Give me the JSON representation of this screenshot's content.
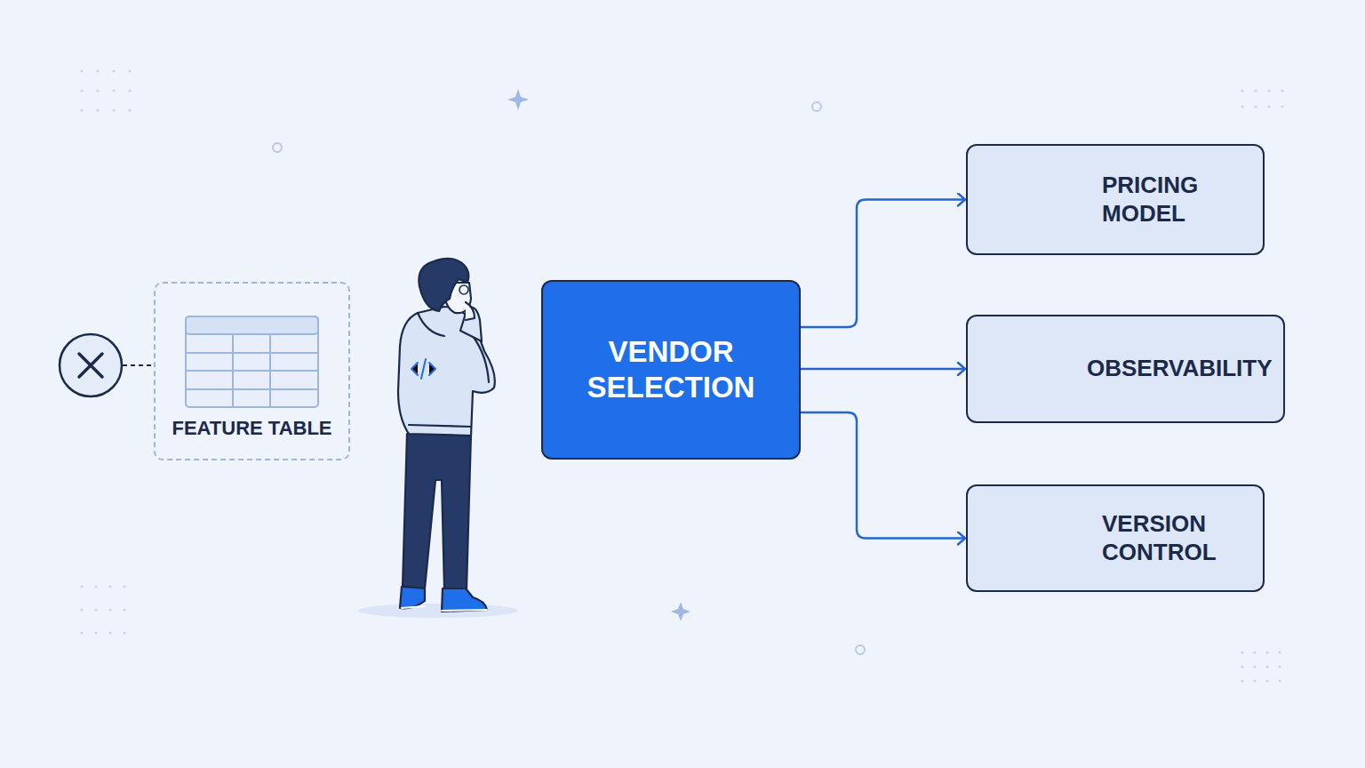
{
  "diagram": {
    "nodes": [
      {
        "text": [
          "FEATURE TABLE"
        ]
      },
      {
        "text": [
          "VENDOR SELECTION"
        ]
      },
      {
        "text": [
          "PRICING MODEL"
        ]
      },
      {
        "text": [
          "OBSERVABILITY"
        ]
      },
      {
        "text": [
          "VERSION CONTROL"
        ]
      }
    ],
    "edges": [
      {
        "from": 1,
        "to": 2,
        "arrow": "to"
      },
      {
        "from": 1,
        "to": 3,
        "arrow": "to"
      },
      {
        "from": 1,
        "to": 4,
        "arrow": "to"
      }
    ]
  }
}
